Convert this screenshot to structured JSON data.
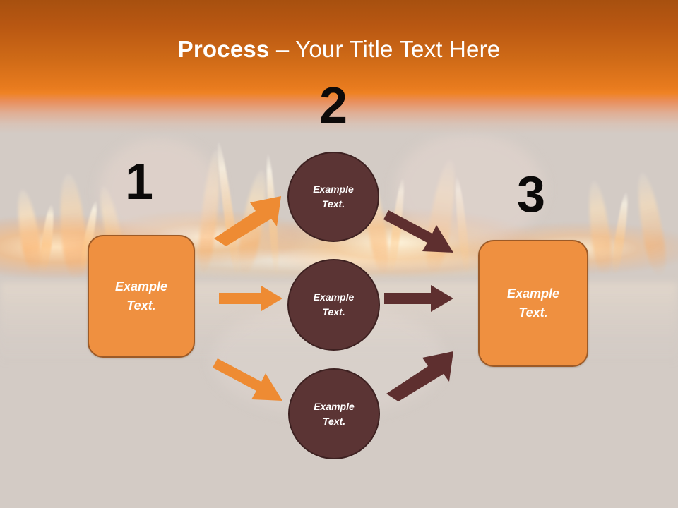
{
  "slide": {
    "title_strong": "Process",
    "title_rest": " – Your Title Text Here",
    "background_color": "#d3cbc5",
    "banner_color_top": "#a7500f",
    "banner_color_mid": "#ef8224",
    "accent_orange": "#ef9040",
    "accent_maroon": "#5b3434",
    "number_color": "#0c0a09"
  },
  "steps": [
    {
      "number": "1",
      "label_line1": "Example",
      "label_line2": "Text."
    },
    {
      "number": "2",
      "label_line1": "Example",
      "label_line2": "Text."
    },
    {
      "number": "3",
      "label_line1": "Example",
      "label_line2": "Text."
    }
  ],
  "nodes": {
    "left_box": {
      "line1": "Example",
      "line2": "Text."
    },
    "circle_top": {
      "line1": "Example",
      "line2": "Text."
    },
    "circle_middle": {
      "line1": "Example",
      "line2": "Text."
    },
    "circle_bottom": {
      "line1": "Example",
      "line2": "Text."
    },
    "right_box": {
      "line1": "Example",
      "line2": "Text."
    }
  },
  "arrows": [
    {
      "name": "arrow-left-to-top-circle",
      "color": "#ee8b33",
      "direction": "up-right"
    },
    {
      "name": "arrow-left-to-middle-circle",
      "color": "#ee8b33",
      "direction": "right"
    },
    {
      "name": "arrow-left-to-bottom-circle",
      "color": "#ee8b33",
      "direction": "down-right"
    },
    {
      "name": "arrow-top-circle-to-right",
      "color": "#5e2f2f",
      "direction": "down-right"
    },
    {
      "name": "arrow-middle-circle-to-right",
      "color": "#5e2f2f",
      "direction": "right"
    },
    {
      "name": "arrow-bottom-circle-to-right",
      "color": "#5e2f2f",
      "direction": "up-right"
    }
  ]
}
